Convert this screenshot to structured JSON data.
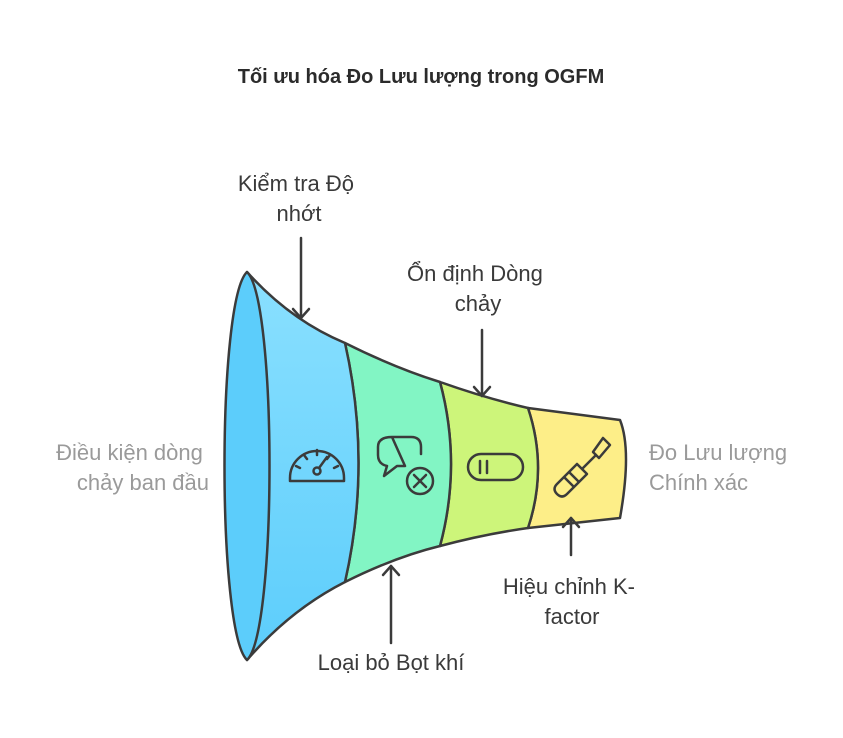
{
  "title": "Tối ưu hóa Đo Lưu lượng trong OGFM",
  "input": {
    "line1": "Điều kiện dòng",
    "line2": "chảy ban đầu"
  },
  "output": {
    "line1": "Đo Lưu lượng",
    "line2": "Chính xác"
  },
  "stages": [
    {
      "line1": "Kiểm tra Độ",
      "line2": "nhớt",
      "icon": "speedometer-icon",
      "color": "#6fd3fb"
    },
    {
      "line1": "Loại bỏ Bọt khí",
      "line2": "",
      "icon": "chat-cancel-icon",
      "color": "#82f5c4"
    },
    {
      "line1": "Ổn định Dòng",
      "line2": "chảy",
      "icon": "pause-toggle-icon",
      "color": "#cdf57a"
    },
    {
      "line1": "Hiệu chỉnh K-",
      "line2": "factor",
      "icon": "screwdriver-icon",
      "color": "#fdee88"
    }
  ]
}
